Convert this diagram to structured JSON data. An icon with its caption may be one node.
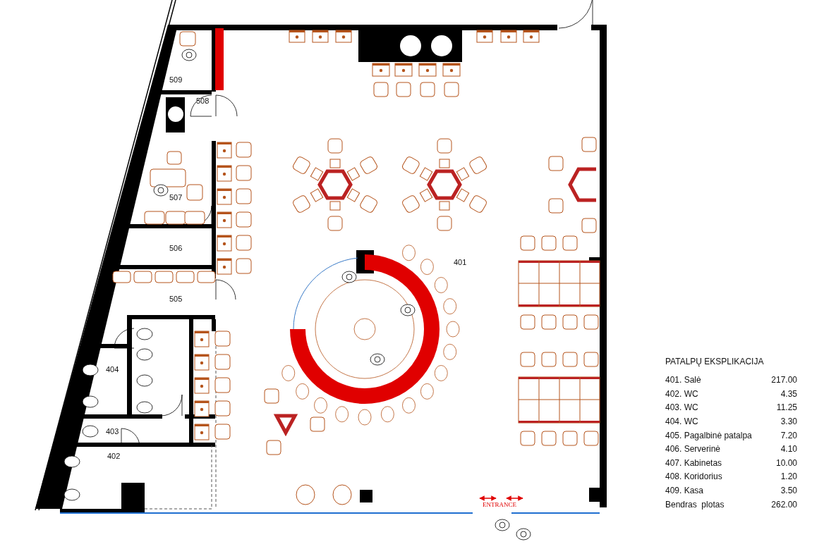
{
  "diagram": {
    "labels": [
      "509",
      "508",
      "507",
      "506",
      "401",
      "505",
      "404",
      "403",
      "402",
      "ENTRANCE",
      "PATALPŲ EKSPLIKACIJA",
      "401. Salė",
      "217.00",
      "402. WC",
      "4.35",
      "403. WC",
      "11.25",
      "404. WC",
      "3.30",
      "405. Pagalbinė patalpa",
      "7.20",
      "406. Serverinė",
      "4.10",
      "407. Kabinetas",
      "10.00",
      "408. Koridorius",
      "1.20",
      "409. Kasa",
      "3.50",
      "Bendras  plotas",
      "262.00"
    ]
  }
}
